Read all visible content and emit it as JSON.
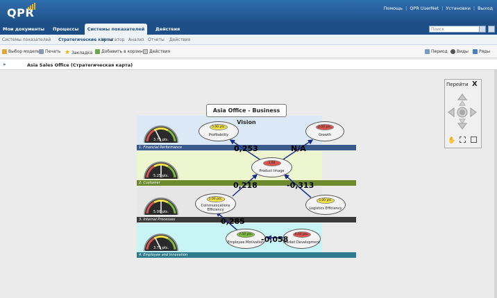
{
  "app": {
    "logo_text": "QPR"
  },
  "header": {
    "links": [
      "Помощь",
      "QPR UserNet",
      "Установки",
      "Выход"
    ],
    "tabs": [
      "Мои документы",
      "Процессы",
      "Системы показателей",
      "Действия"
    ],
    "active_tab": "Системы показателей",
    "search_placeholder": "Поиск"
  },
  "subnav": {
    "items": [
      "Системы показателей",
      "Стратегические карты",
      "Навигатор",
      "Анализ",
      "Отчеты",
      "Действия"
    ],
    "active": "Стратегические карты"
  },
  "toolbar": {
    "left": [
      "Выбор модели",
      "Печать",
      "Закладка",
      "Добавить в корзину",
      "Действия"
    ],
    "right": [
      "Период",
      "Виды",
      "Ряды"
    ]
  },
  "page": {
    "title": "Asia Sales Office (Стратегическая карта)"
  },
  "map": {
    "vision": "Asia Office - Business Vision",
    "perspectives": [
      {
        "label": "1. Financial Performance",
        "color": "#3a5a8c",
        "bg": "#dbe9f7",
        "gauge_value": "3.75 pts."
      },
      {
        "label": "2. Customer",
        "color": "#6d8a2e",
        "bg": "#eef6cf",
        "gauge_value": "5.25 pts."
      },
      {
        "label": "3. Internal Processes",
        "color": "#3a3a3a",
        "bg": "#e6e6e6",
        "gauge_value": "5.00 pts."
      },
      {
        "label": "4. Employee and Innovation",
        "color": "#2f7a8c",
        "bg": "#c9f4f6",
        "gauge_value": "3.75 pts."
      }
    ],
    "nodes": [
      {
        "name": "Profitability",
        "score": "5.00 pts.",
        "score_color": "#f1e14a"
      },
      {
        "name": "Growth",
        "score": "2.50 pts.",
        "score_color": "#d9544d"
      },
      {
        "name": "Product Image",
        "score": "3.00",
        "score_color": "#d9544d"
      },
      {
        "name": "Communications Efficiency",
        "score": "5.00 pts.",
        "score_color": "#f1e14a"
      },
      {
        "name": "Logistics Efficiency",
        "score": "5.00 pts.",
        "score_color": "#f1e14a"
      },
      {
        "name": "Employee Motivation",
        "score": "7.50 pts.",
        "score_color": "#7dbb3c"
      },
      {
        "name": "Market Development",
        "score": "0.00 pts.",
        "score_color": "#d9544d"
      }
    ],
    "correlations": [
      "0,253",
      "N/A",
      "0,218",
      "-0,313",
      "0,285",
      "-0,058"
    ]
  },
  "navigator": {
    "title": "Перейти",
    "close": "X"
  }
}
